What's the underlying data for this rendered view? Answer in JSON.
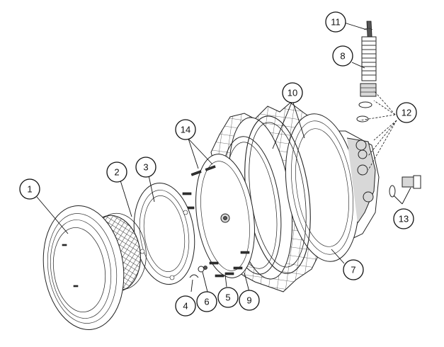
{
  "callouts": [
    {
      "id": "1",
      "label": "1"
    },
    {
      "id": "2",
      "label": "2"
    },
    {
      "id": "3",
      "label": "3"
    },
    {
      "id": "4",
      "label": "4"
    },
    {
      "id": "5",
      "label": "5"
    },
    {
      "id": "6",
      "label": "6"
    },
    {
      "id": "7",
      "label": "7"
    },
    {
      "id": "8",
      "label": "8"
    },
    {
      "id": "9",
      "label": "9"
    },
    {
      "id": "10",
      "label": "10"
    },
    {
      "id": "11",
      "label": "11"
    },
    {
      "id": "12",
      "label": "12"
    },
    {
      "id": "13",
      "label": "13"
    },
    {
      "id": "14",
      "label": "14"
    }
  ],
  "colors": {
    "line": "#222222",
    "fill": "#ffffff",
    "shade": "#d8d8d8"
  }
}
